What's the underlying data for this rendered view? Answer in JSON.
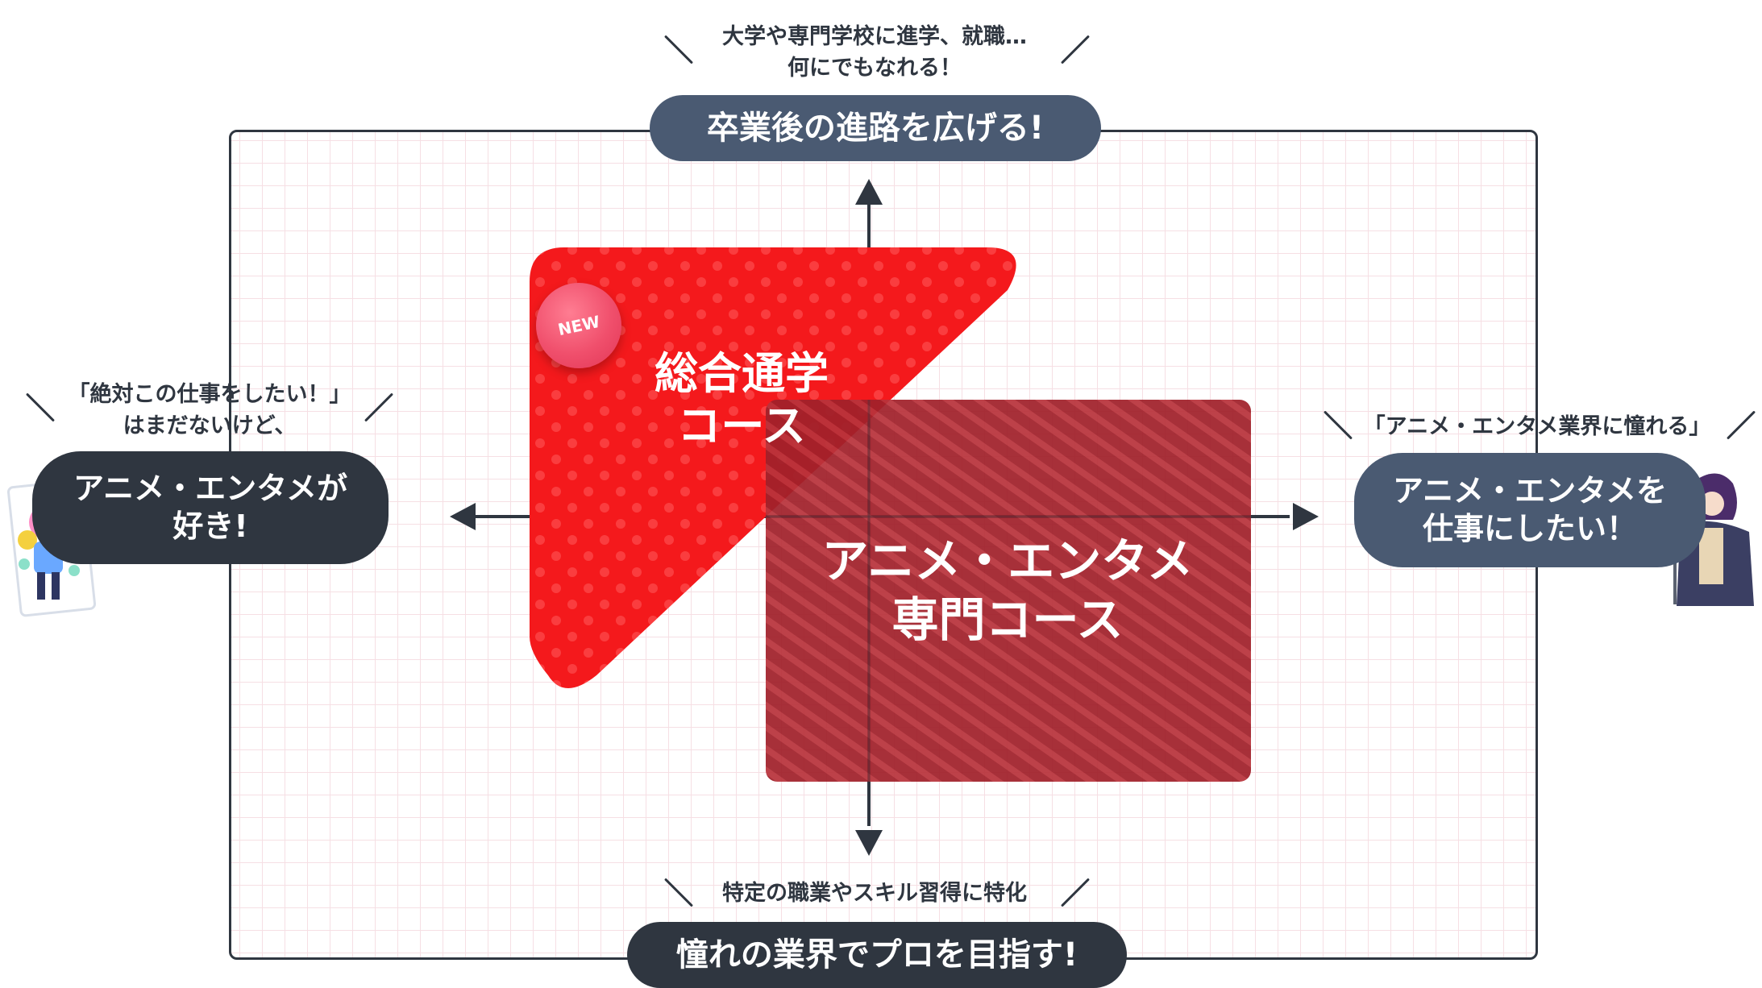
{
  "colors": {
    "frame": "#2f3640",
    "grid": "#f6dfe4",
    "pill_slate": "#4a5a72",
    "pill_dark": "#2f3640",
    "course_general": "#f4191c",
    "course_anime": "#a0202a"
  },
  "top": {
    "note_line1": "大学や専門学校に進学、就職…",
    "note_line2": "何にでもなれる！",
    "pill": "卒業後の進路を広げる!"
  },
  "bottom": {
    "note": "特定の職業やスキル習得に特化",
    "pill": "憧れの業界でプロを目指す!"
  },
  "left": {
    "note_line1": "「絶対この仕事をしたい！」",
    "note_line2": "はまだないけど、",
    "pill_line1": "アニメ・エンタメが",
    "pill_line2": "好き!"
  },
  "right": {
    "note": "「アニメ・エンタメ業界に憧れる」",
    "pill_line1": "アニメ・エンタメを",
    "pill_line2": "仕事にしたい！"
  },
  "courses": {
    "general_line1": "総合通学",
    "general_line2": "コース",
    "new_badge": "NEW",
    "anime_line1": "アニメ・エンタメ",
    "anime_line2": "専門コース"
  },
  "icons": [
    "arrow-up-icon",
    "arrow-down-icon",
    "arrow-left-icon",
    "arrow-right-icon",
    "anime-girl-illustration",
    "anime-boy-illustration"
  ]
}
